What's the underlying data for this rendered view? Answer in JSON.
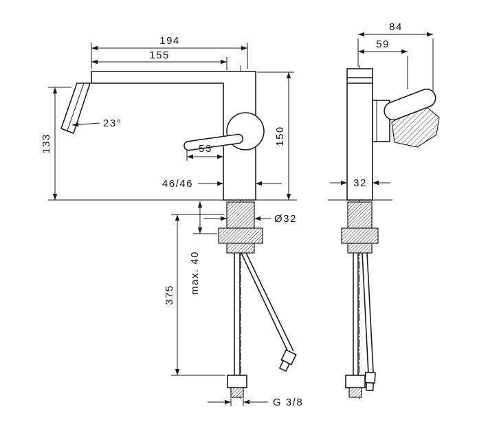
{
  "front_view": {
    "dimensions": {
      "spout_reach_total": "194",
      "spout_reach": "155",
      "height_to_spout": "133",
      "height_above_deck": "150",
      "spray_angle": "23°",
      "handle_length": "53",
      "center_offset": "46/46",
      "shank_diameter": "Ø32",
      "hose_length": "375",
      "max_mounting_thickness": "max. 40",
      "connection_thread": "G 3/8"
    }
  },
  "side_view": {
    "dimensions": {
      "overall_depth": "84",
      "body_depth": "59",
      "body_width": "32"
    }
  },
  "style": {
    "line_color": "#1a1a1a",
    "background": "#ffffff"
  }
}
